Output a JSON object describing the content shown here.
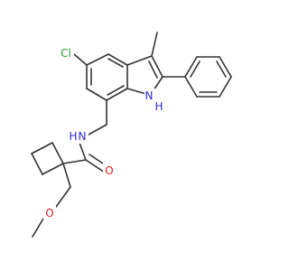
{
  "molecule": {
    "labels": {
      "chlorine": "Cl",
      "indole_nh": "H",
      "indole_n": "N",
      "amide_nh": "H",
      "amide_n": "N",
      "carbonyl_o": "O",
      "ether_o": "O"
    },
    "colors": {
      "bond": "#333333",
      "chlorine": "#2a9d2a",
      "nitrogen": "#2b2bd1",
      "oxygen": "#e02020"
    }
  }
}
